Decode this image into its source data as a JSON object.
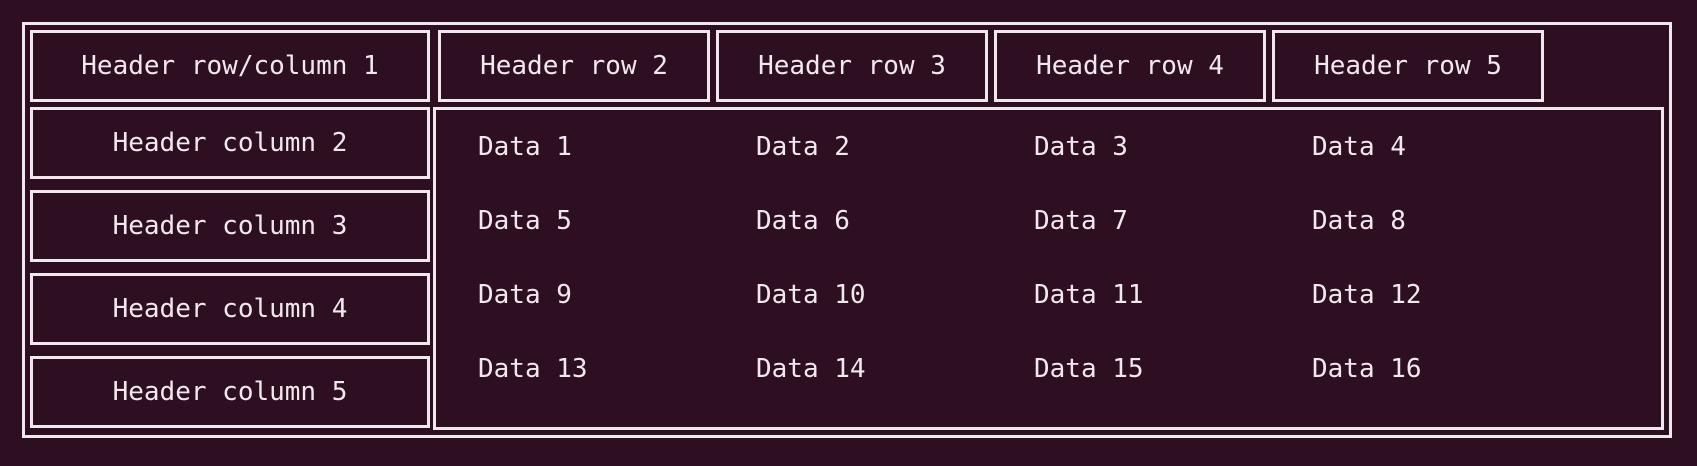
{
  "colors": {
    "background": "#2e0f21",
    "border": "#f0e8ec",
    "text": "#f0e8ec"
  },
  "table": {
    "corner_label": "Header row/column 1",
    "column_headers": [
      "Header row 2",
      "Header row 3",
      "Header row 4",
      "Header row 5"
    ],
    "row_headers": [
      "Header column 2",
      "Header column 3",
      "Header column 4",
      "Header column 5"
    ],
    "rows": [
      [
        "Data 1",
        "Data 2",
        "Data 3",
        "Data 4"
      ],
      [
        "Data 5",
        "Data 6",
        "Data 7",
        "Data 8"
      ],
      [
        "Data 9",
        "Data 10",
        "Data 11",
        "Data 12"
      ],
      [
        "Data 13",
        "Data 14",
        "Data 15",
        "Data 16"
      ]
    ]
  }
}
